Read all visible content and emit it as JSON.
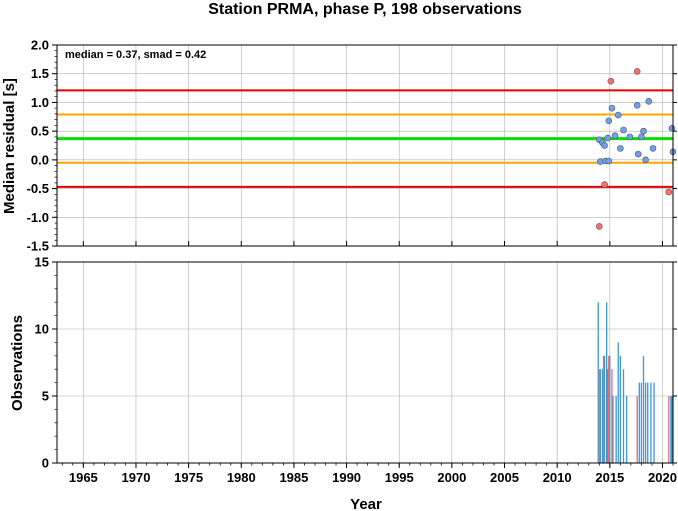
{
  "chart_data": [
    {
      "type": "scatter",
      "title": "Station PRMA, phase P, 198 observations",
      "xlabel": "",
      "ylabel": "Median residual [s]",
      "xlim": [
        1962.5,
        2021
      ],
      "ylim": [
        -1.5,
        2.0
      ],
      "yticks": [
        "-1.5",
        "-1.0",
        "-0.5",
        "0.0",
        "0.5",
        "1.0",
        "1.5",
        "2.0"
      ],
      "grid": true,
      "annotation": "median = 0.37, smad = 0.42",
      "reference_lines": [
        {
          "y": 0.37,
          "color": "#00e000"
        },
        {
          "y": 0.79,
          "color": "#ffa500"
        },
        {
          "y": -0.05,
          "color": "#ffa500"
        },
        {
          "y": 1.21,
          "color": "#e00000"
        },
        {
          "y": -0.47,
          "color": "#e00000"
        }
      ],
      "series": [
        {
          "color": "#6ea0f0",
          "points": [
            [
              2014.0,
              0.35
            ],
            [
              2014.1,
              -0.03
            ],
            [
              2014.3,
              0.3
            ],
            [
              2014.5,
              0.25
            ],
            [
              2014.6,
              -0.02
            ],
            [
              2014.8,
              0.38
            ],
            [
              2014.9,
              -0.02
            ],
            [
              2014.9,
              0.68
            ],
            [
              2015.2,
              0.9
            ],
            [
              2015.5,
              0.42
            ],
            [
              2015.8,
              0.78
            ],
            [
              2016.0,
              0.2
            ],
            [
              2016.3,
              0.52
            ],
            [
              2016.9,
              0.4
            ],
            [
              2017.6,
              0.95
            ],
            [
              2017.7,
              0.1
            ],
            [
              2018.0,
              0.4
            ],
            [
              2018.2,
              0.5
            ],
            [
              2018.4,
              0.0
            ],
            [
              2018.7,
              1.02
            ],
            [
              2019.1,
              0.2
            ],
            [
              2020.9,
              0.55
            ],
            [
              2021.0,
              0.14
            ]
          ]
        },
        {
          "color": "#ff6e6e",
          "points": [
            [
              2014.0,
              -1.16
            ],
            [
              2014.5,
              -0.43
            ],
            [
              2015.1,
              1.37
            ],
            [
              2017.6,
              1.54
            ],
            [
              2020.6,
              -0.56
            ]
          ]
        }
      ]
    },
    {
      "type": "bar",
      "title": "",
      "xlabel": "Year",
      "ylabel": "Observations",
      "xlim": [
        1962.5,
        2021
      ],
      "ylim": [
        0,
        15
      ],
      "yticks": [
        "0",
        "5",
        "10",
        "15"
      ],
      "xticks": [
        "1965",
        "1970",
        "1975",
        "1980",
        "1985",
        "1990",
        "1995",
        "2000",
        "2005",
        "2010",
        "2015",
        "2020"
      ],
      "grid": true,
      "series": [
        {
          "color": "#3a9ad9",
          "bars": [
            [
              2013.9,
              12
            ],
            [
              2014.1,
              7
            ],
            [
              2014.3,
              7
            ],
            [
              2014.5,
              8
            ],
            [
              2014.7,
              12
            ],
            [
              2014.8,
              7
            ],
            [
              2015.0,
              8
            ],
            [
              2015.3,
              5
            ],
            [
              2015.6,
              5
            ],
            [
              2015.8,
              9
            ],
            [
              2016.0,
              8
            ],
            [
              2016.3,
              7
            ],
            [
              2016.6,
              5
            ],
            [
              2017.8,
              6
            ],
            [
              2018.0,
              6
            ],
            [
              2018.2,
              8
            ],
            [
              2018.4,
              6
            ],
            [
              2018.6,
              6
            ],
            [
              2018.9,
              6
            ],
            [
              2019.2,
              6
            ],
            [
              2020.8,
              5
            ],
            [
              2021.0,
              5
            ]
          ]
        },
        {
          "color": "#e86a6a",
          "bars": [
            [
              2014.0,
              7
            ],
            [
              2014.4,
              8
            ],
            [
              2014.9,
              8
            ],
            [
              2015.2,
              7
            ],
            [
              2017.6,
              5
            ],
            [
              2020.6,
              5
            ]
          ]
        }
      ]
    }
  ]
}
